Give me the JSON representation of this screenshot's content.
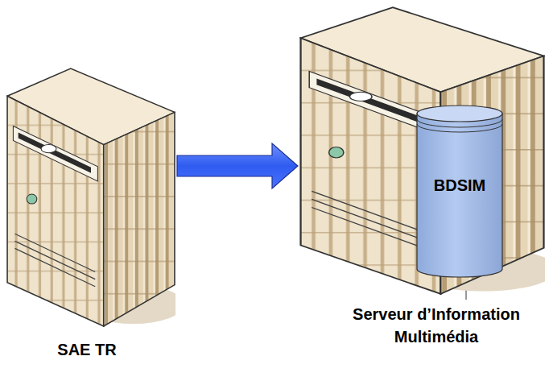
{
  "diagram": {
    "nodes": [
      {
        "text": [
          "SAE TR"
        ]
      },
      {
        "text": [
          "Serveur d’Information Multimédia"
        ]
      },
      {
        "text": [
          "BDSIM"
        ],
        "in": 1
      }
    ],
    "edges": [
      {
        "from": 0,
        "to": 1,
        "arrow": "to"
      }
    ]
  }
}
